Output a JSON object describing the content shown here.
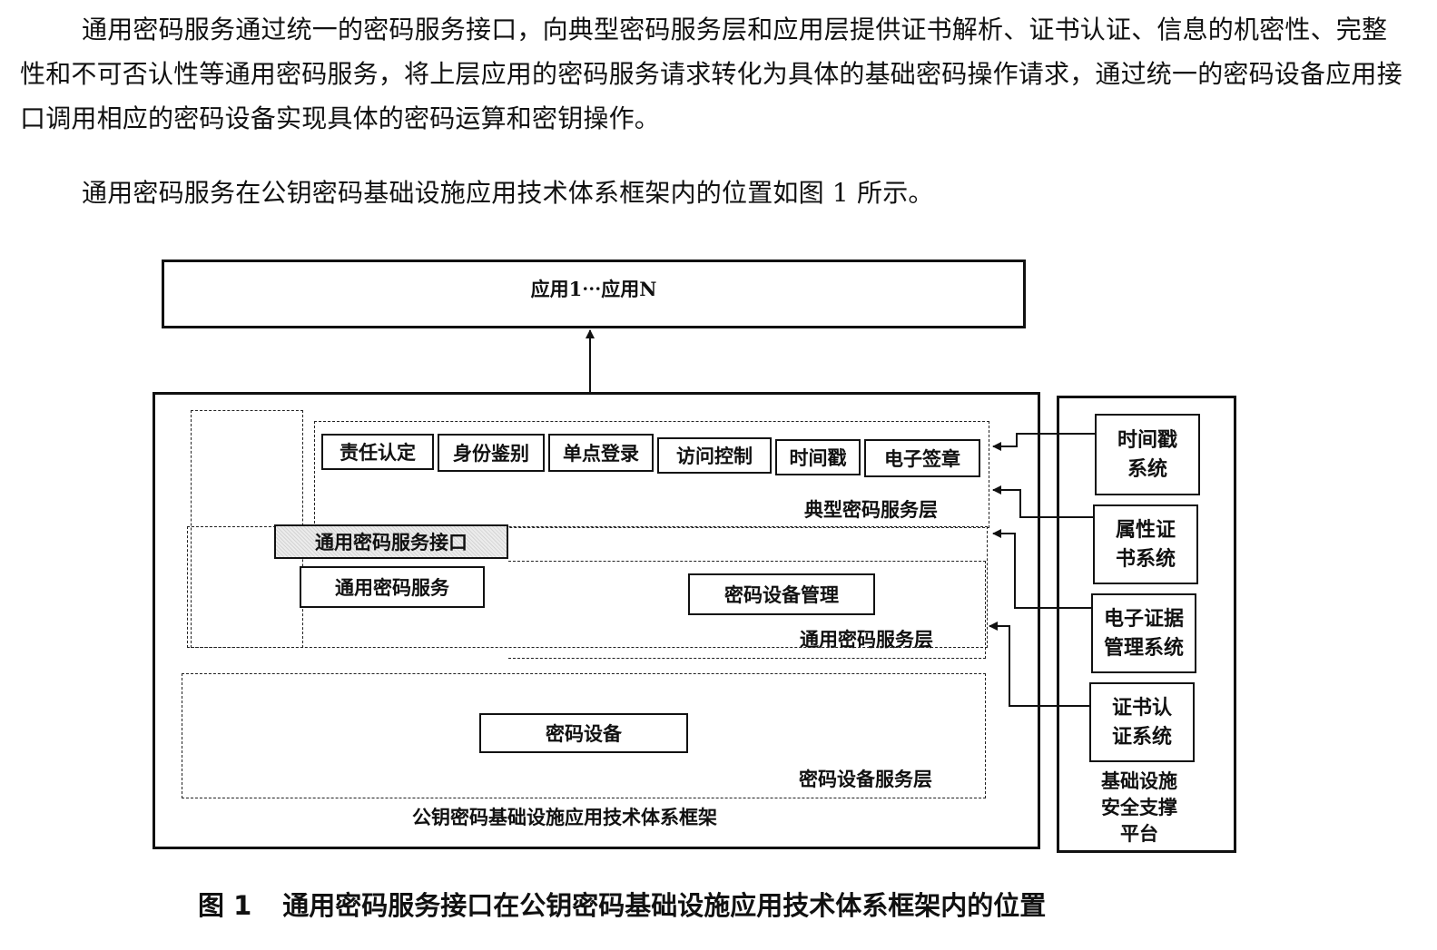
{
  "paragraphs": [
    "通用密码服务通过统一的密码服务接口，向典型密码服务层和应用层提供证书解析、证书认证、信息的机密性、完整性和不可否认性等通用密码服务，将上层应用的密码服务请求转化为具体的基础密码操作请求，通过统一的密码设备应用接口调用相应的密码设备实现具体的密码运算和密钥操作。",
    "通用密码服务在公钥密码基础设施应用技术体系框架内的位置如图 1 所示。"
  ],
  "figure": {
    "app_box": "应用1⋯应用N",
    "typical_layer": {
      "label": "典型密码服务层",
      "services": [
        "责任认定",
        "身份鉴别",
        "单点登录",
        "访问控制",
        "时间戳",
        "电子签章"
      ]
    },
    "interface": "通用密码服务接口",
    "general_layer": {
      "label": "通用密码服务层",
      "service": "通用密码服务",
      "management": "密码设备管理"
    },
    "device_layer": {
      "label": "密码设备服务层",
      "device": "密码设备"
    },
    "framework_label": "公钥密码基础设施应用技术体系框架",
    "platform": {
      "label": "基础设施安全支撑平台",
      "systems": [
        "时间戳系统",
        "属性证书系统",
        "电子证据管理系统",
        "证书认证系统"
      ]
    },
    "caption_number": "图 1",
    "caption_text": "通用密码服务接口在公钥密码基础设施应用技术体系框架内的位置"
  }
}
